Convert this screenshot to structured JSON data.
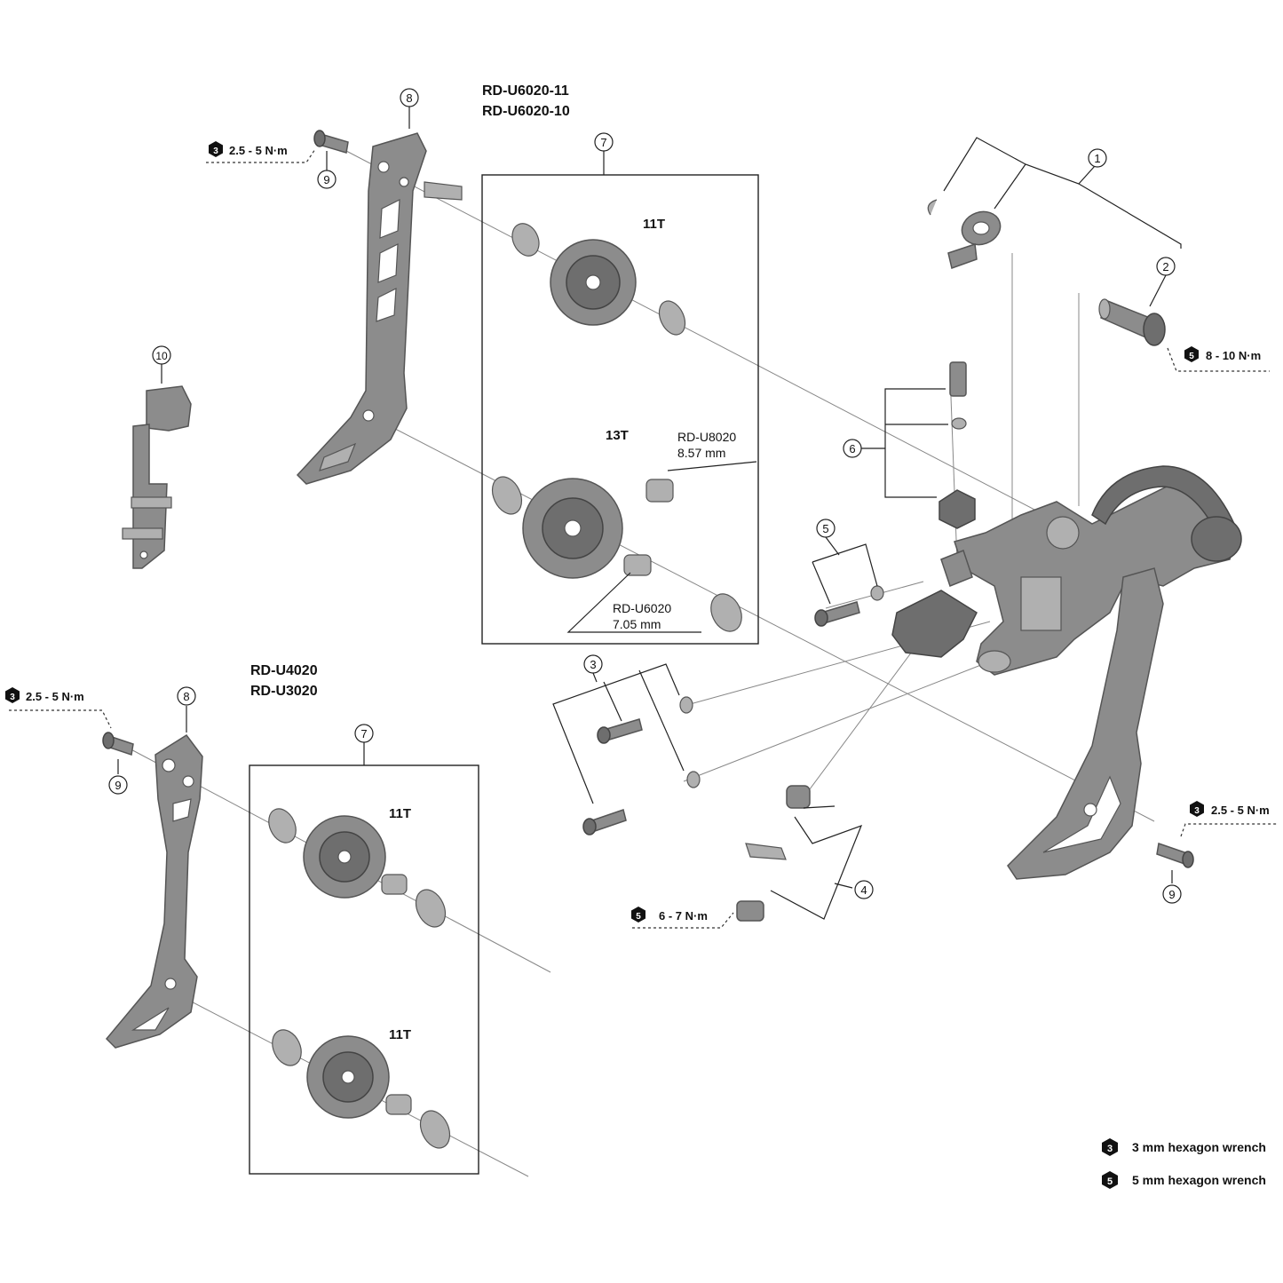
{
  "models": {
    "upper_line1": "RD-U6020-11",
    "upper_line2": "RD-U6020-10",
    "lower_line1": "RD-U4020",
    "lower_line2": "RD-U3020"
  },
  "teeth": {
    "upper_top": "11T",
    "upper_bottom": "13T",
    "lower_top": "11T",
    "lower_bottom": "11T"
  },
  "spacers": {
    "u8020_model": "RD-U8020",
    "u8020_len": "8.57 mm",
    "u6020_model": "RD-U6020",
    "u6020_len": "7.05 mm"
  },
  "torque": {
    "t_upper_bolt": "2.5 - 5 N·m",
    "t_lower_bolt": "2.5 - 5 N·m",
    "t_right_bolt": "2.5 - 5 N·m",
    "t_axle": "8 - 10 N·m",
    "t_bbolt": "6 - 7 N·m",
    "tool_3": "3",
    "tool_5": "5"
  },
  "callouts": {
    "c1": "1",
    "c2": "2",
    "c3": "3",
    "c4": "4",
    "c5": "5",
    "c6": "6",
    "c7": "7",
    "c8": "8",
    "c9": "9",
    "c10": "10"
  },
  "legend": {
    "item3": "3 mm hexagon wrench",
    "item5": "5 mm hexagon wrench"
  }
}
